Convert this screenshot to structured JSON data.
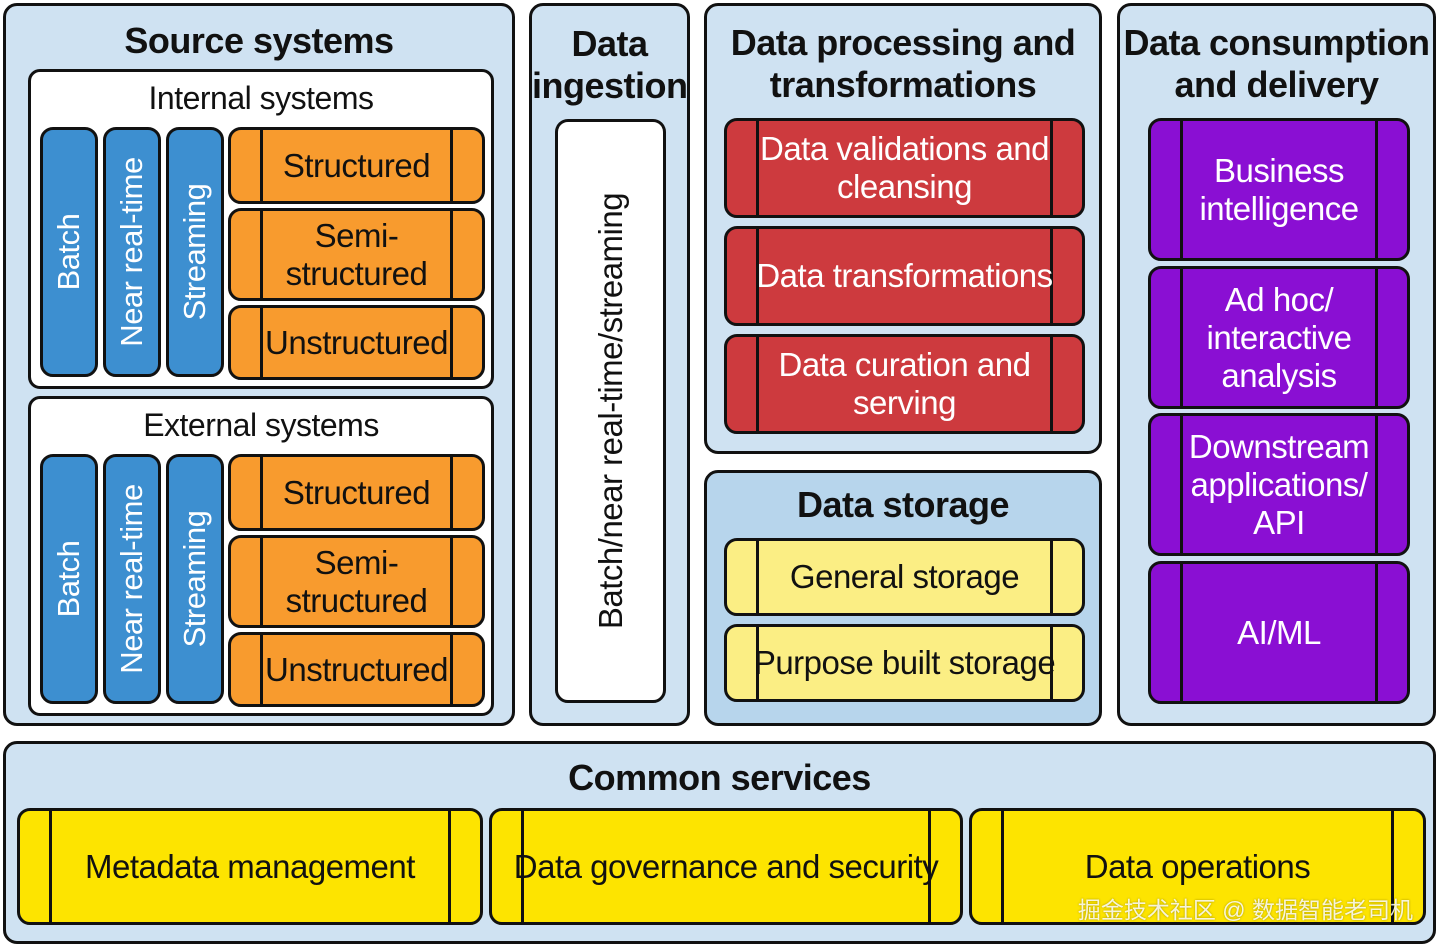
{
  "source_systems": {
    "title": "Source systems",
    "groups": [
      {
        "title": "Internal systems",
        "modes": [
          "Batch",
          "Near real-time",
          "Streaming"
        ],
        "types": [
          "Structured",
          "Semi-\nstructured",
          "Unstructured"
        ]
      },
      {
        "title": "External systems",
        "modes": [
          "Batch",
          "Near real-time",
          "Streaming"
        ],
        "types": [
          "Structured",
          "Semi-\nstructured",
          "Unstructured"
        ]
      }
    ]
  },
  "ingestion": {
    "title": "Data\ningestion",
    "bar_label": "Batch/near real-time/streaming"
  },
  "processing": {
    "title": "Data processing and\ntransformations",
    "items": [
      "Data validations and\ncleansing",
      "Data transformations",
      "Data curation and\nserving"
    ]
  },
  "storage": {
    "title": "Data storage",
    "items": [
      "General storage",
      "Purpose built storage"
    ]
  },
  "consumption": {
    "title": "Data consumption\nand delivery",
    "items": [
      "Business\nintelligence",
      "Ad hoc/\ninteractive\nanalysis",
      "Downstream\napplications/\nAPI",
      "AI/ML"
    ]
  },
  "common": {
    "title": "Common services",
    "items": [
      "Metadata management",
      "Data governance and security",
      "Data operations"
    ]
  },
  "watermark": "掘金技术社区 @ 数据智能老司机",
  "colors": {
    "panel": "#cfe2f2",
    "pill_blue": "#3d8fd0",
    "orange": "#f89b2e",
    "red": "#cd3a3e",
    "purple": "#8a0fd3",
    "light_yellow": "#fbee84",
    "yellow": "#fde400"
  }
}
